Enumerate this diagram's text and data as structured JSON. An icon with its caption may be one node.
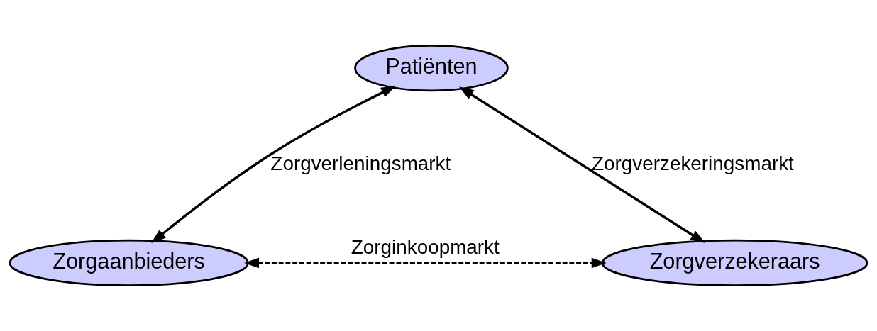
{
  "diagram": {
    "nodes": [
      {
        "text": [
          "Patiënten"
        ]
      },
      {
        "text": [
          "Zorgaanbieders"
        ]
      },
      {
        "text": [
          "Zorgverzekeraars"
        ]
      }
    ],
    "edges": [
      {
        "from": 0,
        "to": 1,
        "arrow": "both",
        "label": "Zorgverleningsmarkt"
      },
      {
        "from": 0,
        "to": 2,
        "arrow": "both",
        "label": "Zorgverzekeringsmarkt"
      },
      {
        "from": 1,
        "to": 2,
        "arrow": "both",
        "label": "Zorginkoopmarkt",
        "style": "dashed"
      }
    ]
  }
}
